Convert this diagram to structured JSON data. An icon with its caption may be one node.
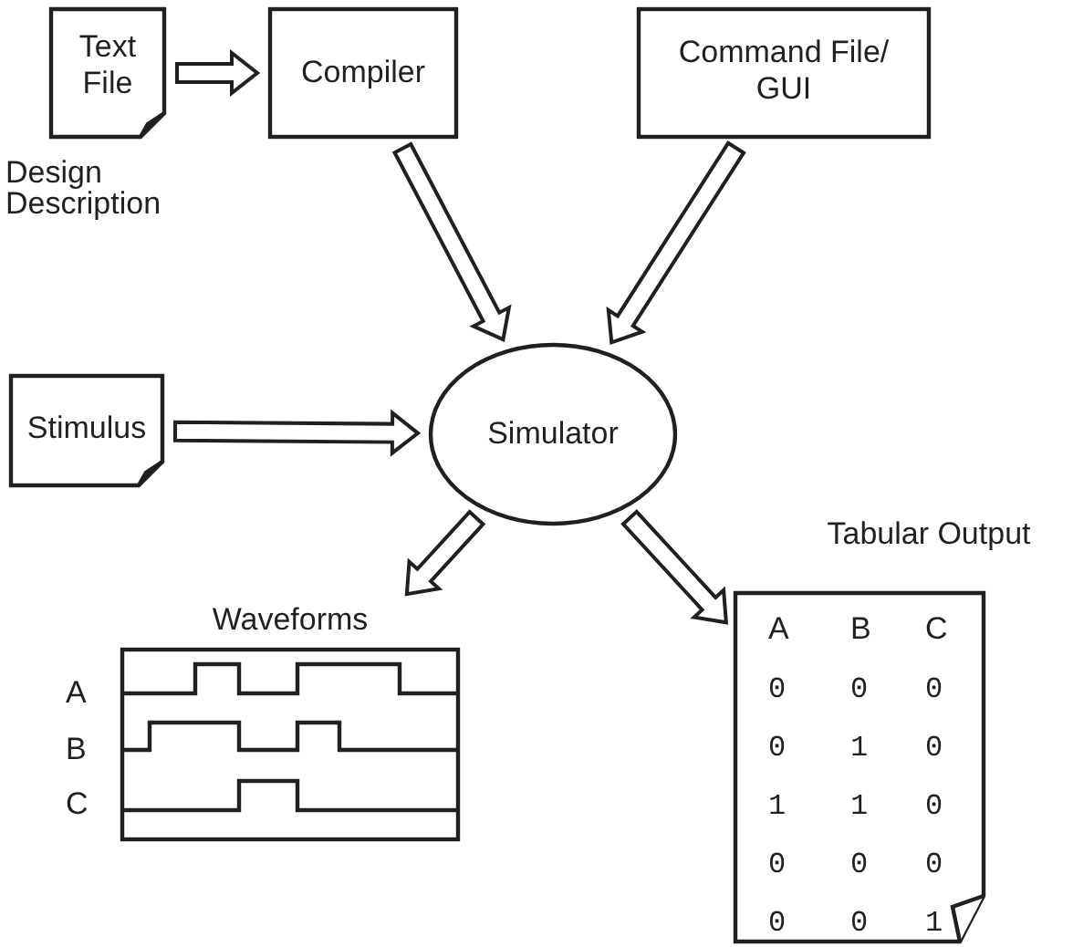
{
  "diagram": {
    "nodes": [
      {
        "text": [
          "Text File"
        ],
        "beside": [
          "Design Description"
        ]
      },
      {
        "text": [
          "Compiler"
        ]
      },
      {
        "text": [
          "Command File/ GUI"
        ]
      },
      {
        "text": [
          "Stimulus"
        ]
      },
      {
        "text": [
          "Simulator"
        ]
      },
      {
        "text": [
          "Waveforms"
        ]
      },
      {
        "text": [
          "Tabular Output"
        ]
      }
    ],
    "edges": [
      {
        "from": 0,
        "to": 1,
        "arrow": "to"
      },
      {
        "from": 1,
        "to": 4,
        "arrow": "to"
      },
      {
        "from": 2,
        "to": 4,
        "arrow": "to"
      },
      {
        "from": 3,
        "to": 4,
        "arrow": "to"
      },
      {
        "from": 4,
        "to": 5,
        "arrow": "to"
      },
      {
        "from": 4,
        "to": 6,
        "arrow": "to"
      }
    ],
    "labels": [
      "A",
      "B",
      "C",
      "A",
      "B",
      "C",
      "0",
      "0",
      "0",
      "0",
      "1",
      "0",
      "1",
      "1",
      "0",
      "0",
      "0",
      "0",
      "0",
      "0",
      "1"
    ]
  }
}
